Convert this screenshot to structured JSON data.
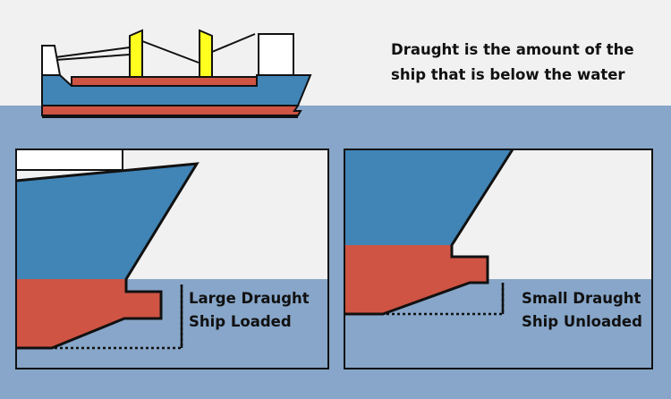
{
  "caption": {
    "line1": "Draught is the amount of the",
    "line2": "ship that is below the water"
  },
  "panels": {
    "loaded": {
      "line1": "Large Draught",
      "line2": "Ship Loaded"
    },
    "unloaded": {
      "line1": "Small Draught",
      "line2": "Ship Unloaded"
    }
  },
  "colors": {
    "sky": "#f1f1f1",
    "water": "#87a6c9",
    "hull_upper": "#4184b6",
    "hull_lower": "#cf5443",
    "crane": "#ffff1f",
    "outline": "#111111",
    "panel_air": "#f1f1f1",
    "superstructure": "#ffffff"
  }
}
